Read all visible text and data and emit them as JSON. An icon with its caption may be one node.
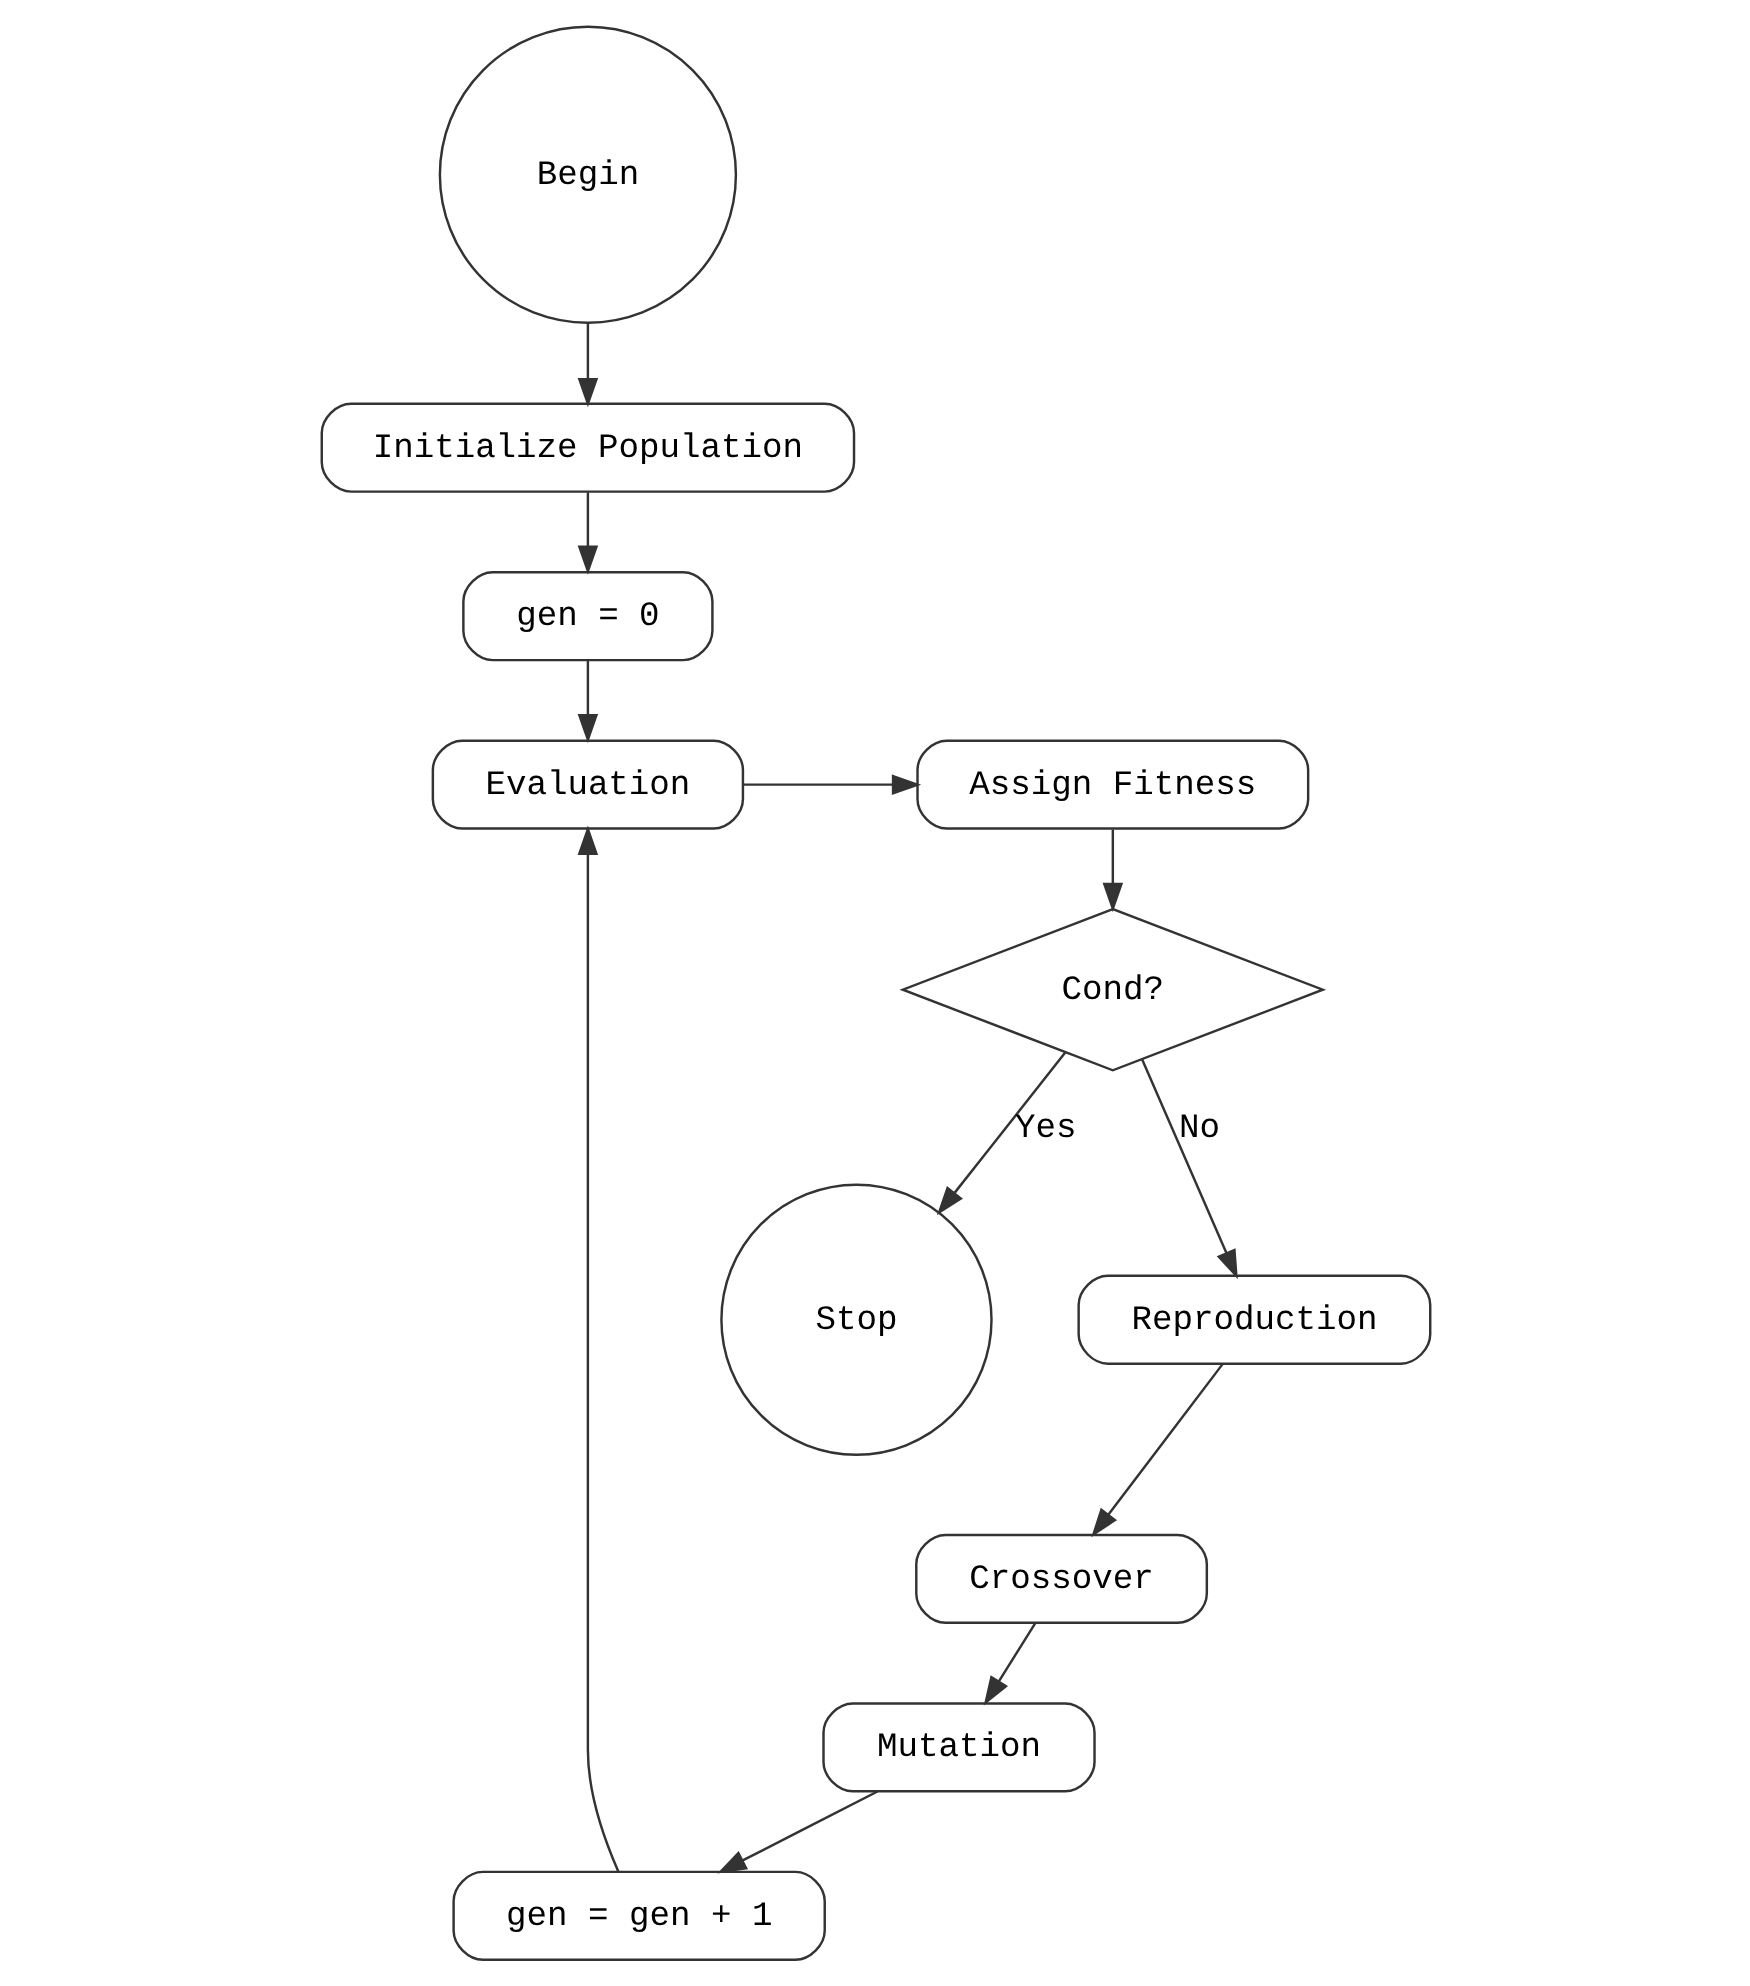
{
  "diagram": {
    "nodes": [
      {
        "text": [
          "Begin"
        ]
      },
      {
        "text": [
          "Initialize Population"
        ]
      },
      {
        "text": [
          "gen = 0"
        ]
      },
      {
        "text": [
          "Evaluation"
        ]
      },
      {
        "text": [
          "Assign Fitness"
        ]
      },
      {
        "text": [
          "Cond?"
        ]
      },
      {
        "text": [
          "Stop"
        ]
      },
      {
        "text": [
          "Reproduction"
        ]
      },
      {
        "text": [
          "Crossover"
        ]
      },
      {
        "text": [
          "Mutation"
        ]
      },
      {
        "text": [
          "gen = gen + 1"
        ]
      }
    ],
    "edges": [
      {
        "from": 0,
        "to": 1,
        "arrow": "to"
      },
      {
        "from": 1,
        "to": 2,
        "arrow": "to"
      },
      {
        "from": 2,
        "to": 3,
        "arrow": "to"
      },
      {
        "from": 3,
        "to": 4,
        "arrow": "to"
      },
      {
        "from": 4,
        "to": 5,
        "arrow": "to"
      },
      {
        "from": 5,
        "to": 6,
        "arrow": "to",
        "label": "Yes"
      },
      {
        "from": 5,
        "to": 7,
        "arrow": "to",
        "label": "No"
      },
      {
        "from": 7,
        "to": 8,
        "arrow": "to"
      },
      {
        "from": 8,
        "to": 9,
        "arrow": "to"
      },
      {
        "from": 9,
        "to": 10,
        "arrow": "to"
      },
      {
        "from": 10,
        "to": 3,
        "arrow": "to"
      }
    ]
  }
}
